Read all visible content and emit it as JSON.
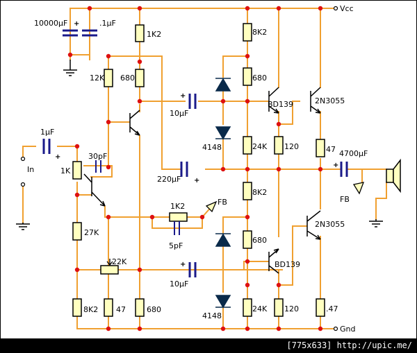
{
  "colors": {
    "wire": "#f0a030",
    "dot": "#dd1010",
    "component": "#000000",
    "cap": "#1a1a8a",
    "diode": "#0a2a4a",
    "resistor_fill": "#ffffc0"
  },
  "rails": {
    "vcc": "Vcc",
    "gnd": "Gnd"
  },
  "io": {
    "input": "In",
    "feedback_left": "FB",
    "feedback_right": "FB"
  },
  "capacitors": {
    "c_10000u": "10000µF",
    "c_100n": ".1µF",
    "c_in": "1µF",
    "c_30p": "30pF",
    "c_220u": "220µF",
    "c_10u_top": "10µF",
    "c_5p": "5pF",
    "c_10u_bot": "10µF",
    "c_4700u": "4700µF"
  },
  "resistors": {
    "r_1k2_top": "1K2",
    "r_12k": "12K",
    "r_680_top": "680",
    "r_1k": "1K",
    "r_27k": "27K",
    "r_8k2_left": "8K2",
    "r_47_left": "47",
    "r_680_bot": "680",
    "r_1k2_fb": "1K2",
    "r_22k": "22K",
    "r_8k2_mid_top": "8K2",
    "r_680_mid_top": "680",
    "r_24k_top": "24K",
    "r_8k2_mid": "8K2",
    "r_680_mid_bot": "680",
    "r_24k_bot": "24K",
    "r_120_top": "120",
    "r_120_bot": "120",
    "r_47_top": "47",
    "r_47_bot": ".47"
  },
  "diodes": {
    "d_top": "4148",
    "d_bot": "4148"
  },
  "transistors": {
    "q_bd139_top": "BD139",
    "q_2n3055_top": "2N3055",
    "q_bd139_bot": "BD139",
    "q_2n3055_bot": "2N3055"
  },
  "footer": {
    "text": "[775x633] http://upic.me/"
  }
}
